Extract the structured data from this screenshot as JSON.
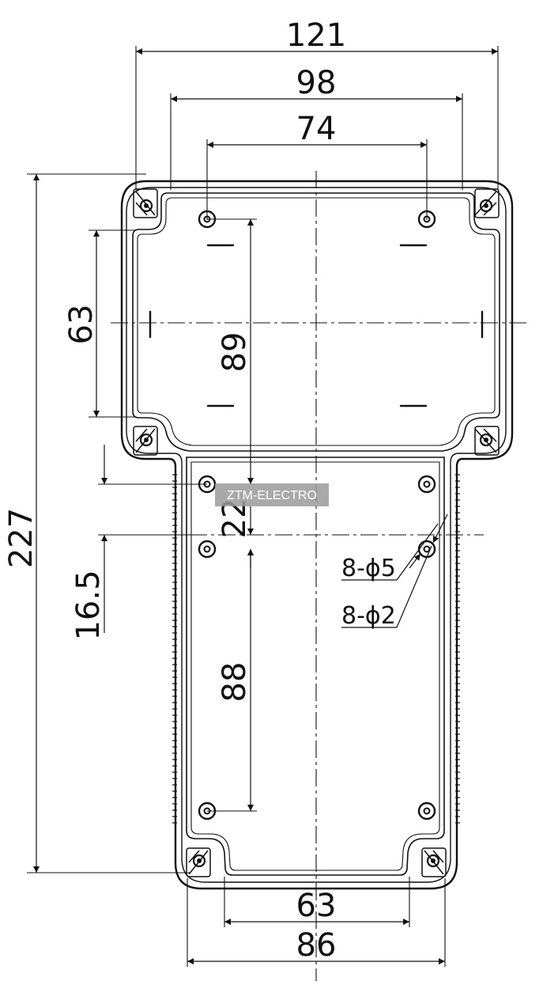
{
  "dimensions": {
    "width_overall": "121",
    "width_mid": "98",
    "width_inner": "74",
    "height_overall": "227",
    "height_top": "63",
    "height_89": "89",
    "height_22": "22",
    "height_16_5": "16.5",
    "height_88": "88",
    "bottom_inner": "63",
    "bottom_overall": "86"
  },
  "holes": {
    "label_phi5": "8-ϕ5",
    "label_phi2": "8-ϕ2"
  },
  "watermark": {
    "text": "ZTM-ELECTRO"
  }
}
